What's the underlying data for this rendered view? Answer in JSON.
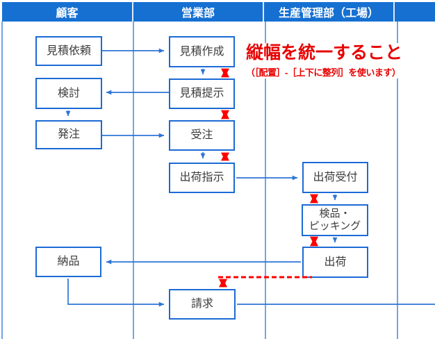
{
  "header": {
    "columns": [
      {
        "label": "顧客"
      },
      {
        "label": "営業部"
      },
      {
        "label": "生産管理部（工場）"
      },
      {
        "label": ""
      }
    ]
  },
  "boxes": {
    "quote_request": {
      "label": "見積依頼"
    },
    "review": {
      "label": "検討"
    },
    "order": {
      "label": "発注"
    },
    "delivery": {
      "label": "納品"
    },
    "quote_create": {
      "label": "見積作成"
    },
    "quote_present": {
      "label": "見積提示"
    },
    "order_received": {
      "label": "受注"
    },
    "ship_instruction": {
      "label": "出荷指示"
    },
    "ship_reception": {
      "label": "出荷受付"
    },
    "inspection_picking": {
      "label": "検品・\nピッキング"
    },
    "shipping": {
      "label": "出荷"
    },
    "billing": {
      "label": "請求"
    }
  },
  "annotation": {
    "title": "縦幅を統一すること",
    "subtitle": "（［配置］-［上下に整列］を使います）"
  },
  "colors": {
    "header_bg": "#1670D2",
    "lane_line": "#74A4E4",
    "box_border": "#1B6AD5",
    "connector_blue": "#2E75D6",
    "highlight_red": "#FF0000",
    "annotation_red": "#E80000"
  }
}
